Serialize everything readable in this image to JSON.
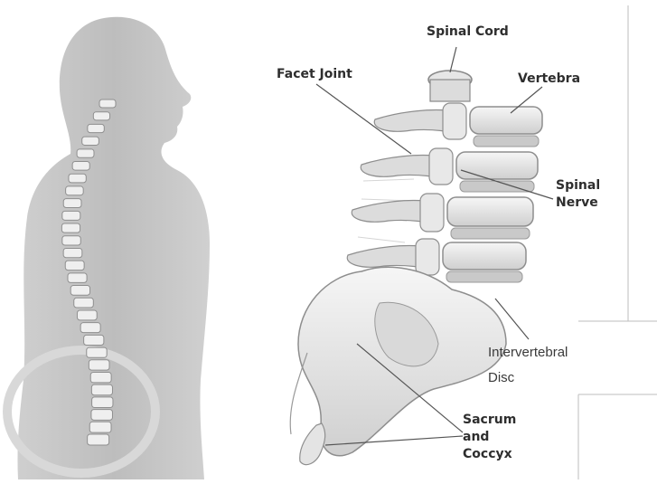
{
  "labels": {
    "spinal_cord": "Spinal Cord",
    "facet_joint": "Facet Joint",
    "vertebra": "Vertebra",
    "spinal_nerve": [
      "Spinal",
      "Nerve"
    ],
    "intervertebral_disc": [
      "Intervertebral",
      "Disc"
    ],
    "sacrum_coccyx": [
      "Sacrum",
      "and",
      "Coccyx"
    ]
  },
  "colors": {
    "body_silhouette": "#b9b9b9",
    "bone": "#e9e9e9",
    "bone_shadow": "#9a9a9a",
    "label_text": "#2e2e2e",
    "callout_line": "#555555"
  }
}
